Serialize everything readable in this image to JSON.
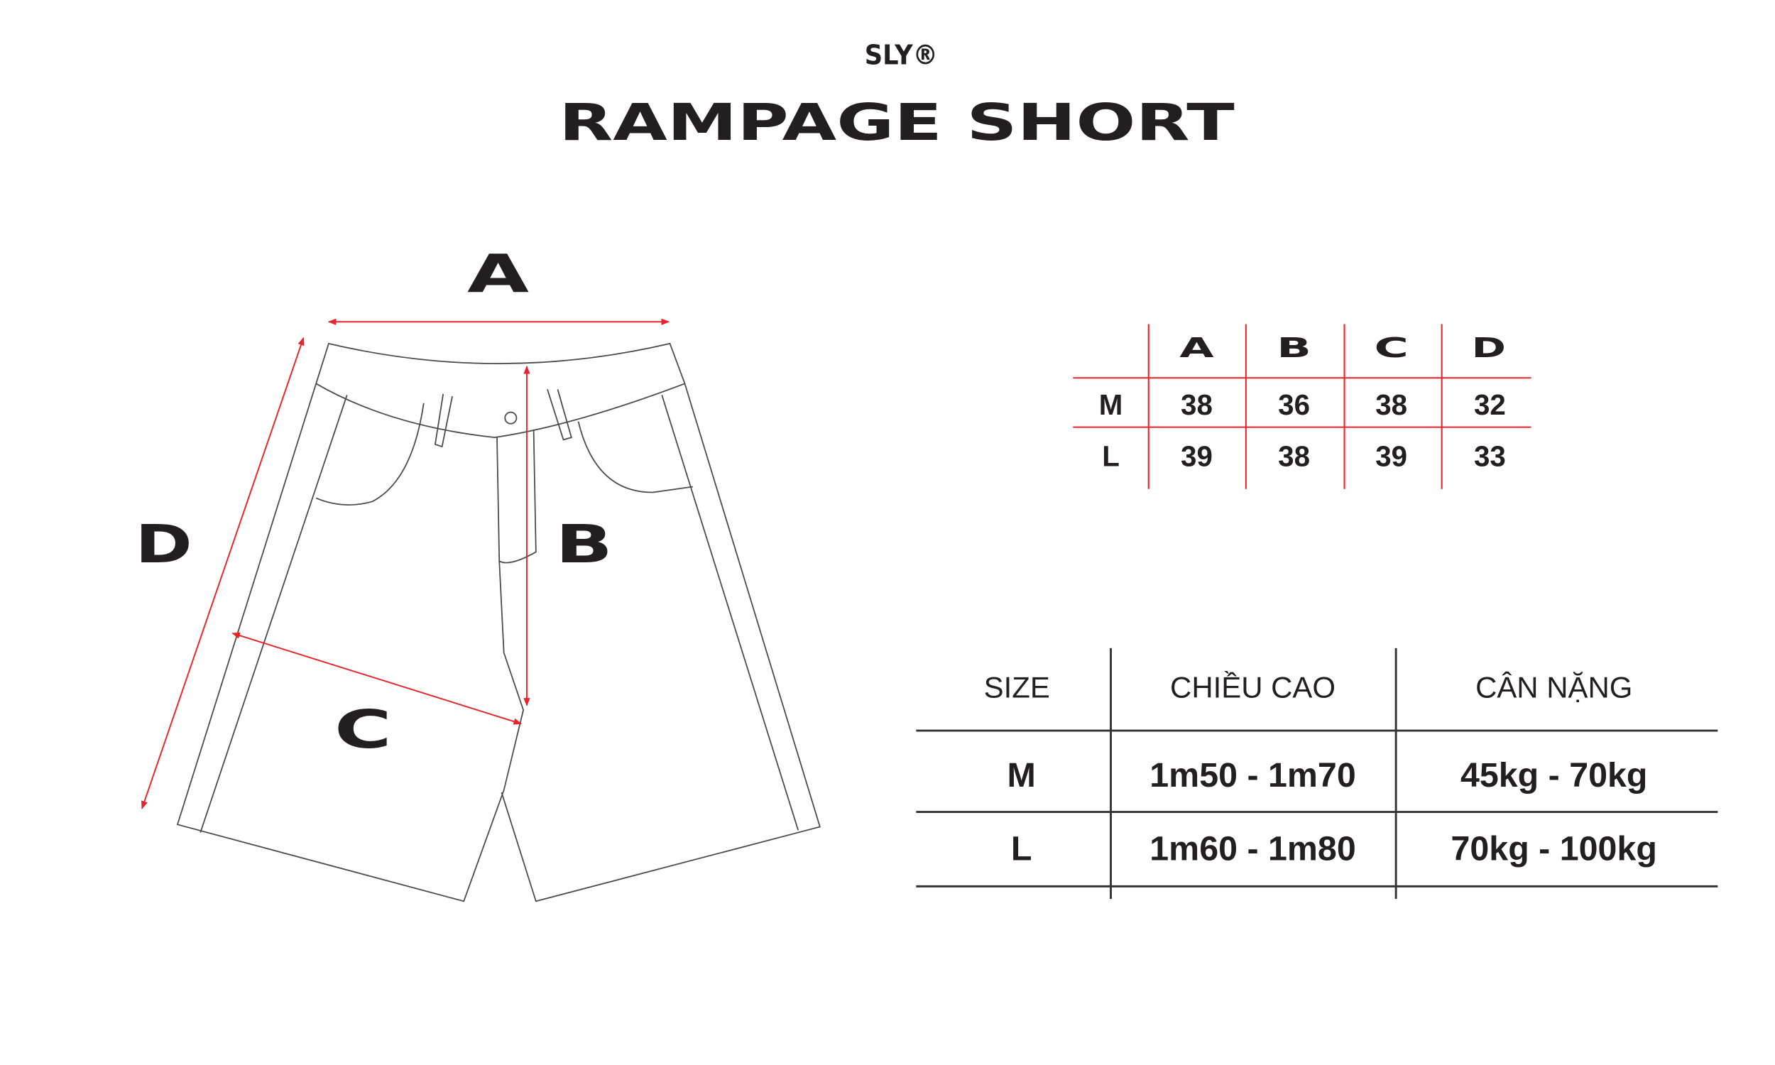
{
  "brand": "SLY®",
  "title": "RAMPAGE SHORT",
  "diagram_labels": {
    "a": "A",
    "b": "B",
    "c": "C",
    "d": "D"
  },
  "accent_color": "#e8232a",
  "measurement_table": {
    "headers": [
      "A",
      "B",
      "C",
      "D"
    ],
    "rows": [
      {
        "size": "M",
        "values": [
          "38",
          "36",
          "38",
          "32"
        ]
      },
      {
        "size": "L",
        "values": [
          "39",
          "38",
          "39",
          "33"
        ]
      }
    ]
  },
  "fit_table": {
    "headers": [
      "SIZE",
      "CHIỀU CAO",
      "CÂN NẶNG"
    ],
    "rows": [
      {
        "size": "M",
        "height": "1m50 - 1m70",
        "weight": "45kg - 70kg"
      },
      {
        "size": "L",
        "height": "1m60 - 1m80",
        "weight": "70kg - 100kg"
      }
    ]
  }
}
